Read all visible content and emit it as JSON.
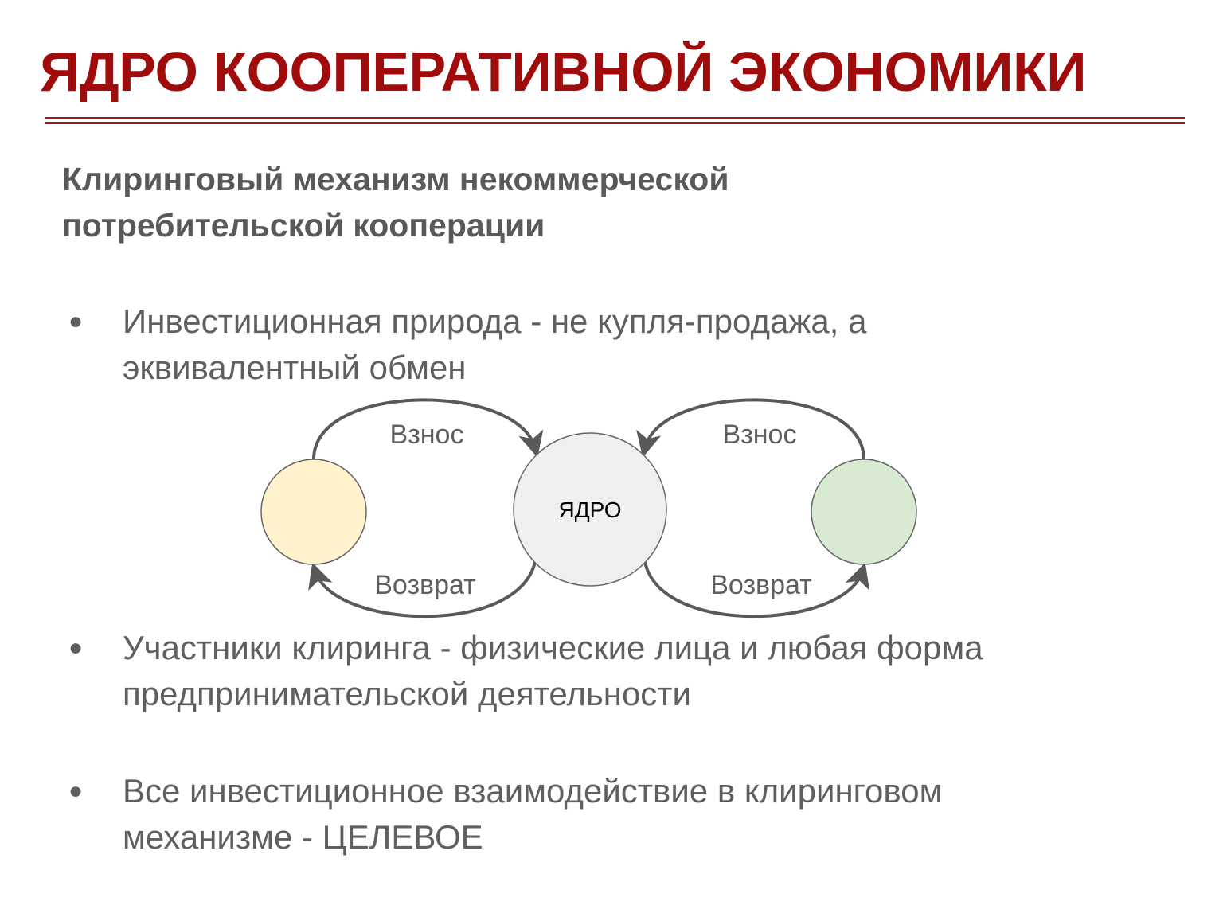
{
  "title": "ЯДРО КООПЕРАТИВНОЙ ЭКОНОМИКИ",
  "subtitle": {
    "line1": "Клиринговый механизм некоммерческой",
    "line2": "потребительской кооперации"
  },
  "bullets": [
    {
      "line1": "Инвестиционная природа - не купля-продажа, а",
      "line2": "эквивалентный обмен"
    },
    {
      "line1": "Участники клиринга - физические лица и любая форма",
      "line2": "предпринимательской деятельности"
    },
    {
      "line1": "Все инвестиционное взаимодействие в клиринговом",
      "line2": "механизме - ЦЕЛЕВОЕ"
    }
  ],
  "bullet_symbol": "●",
  "diagram": {
    "core_label": "ЯДРО",
    "left_top_label": "Взнос",
    "left_bottom_label": "Возврат",
    "right_top_label": "Взнос",
    "right_bottom_label": "Возврат",
    "colors": {
      "left": "#fff2cc",
      "core": "#efefef",
      "right": "#d9ead3",
      "title": "#a00b0b"
    }
  }
}
